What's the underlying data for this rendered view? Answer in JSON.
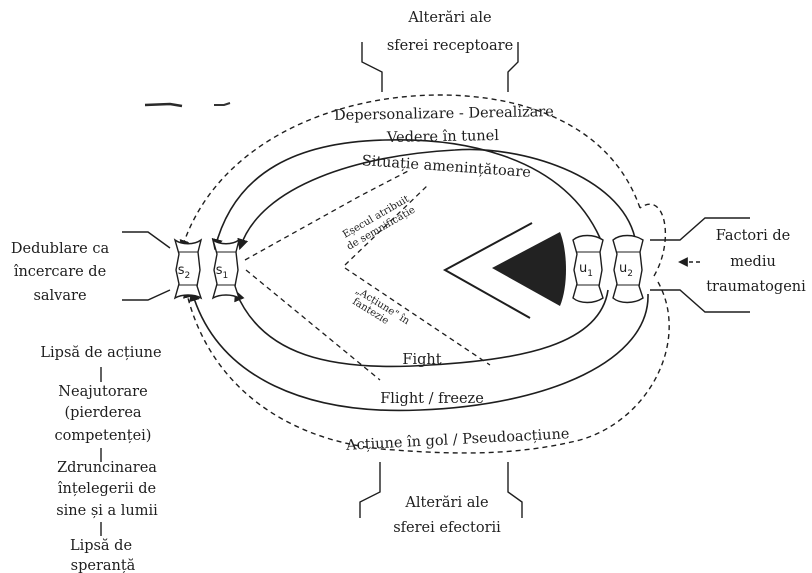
{
  "receptor_block": {
    "line1": "Alterări ale",
    "line2": "sferei receptoare"
  },
  "effector_block": {
    "line1": "Alterări ale",
    "line2": "sferei efectorii"
  },
  "outer_top_label": "Depersonalizare - Derealizare",
  "outer_bottom_label": "Acțiune în gol / Pseudoacțiune",
  "arc_labels": {
    "tunnel": "Vedere în tunel",
    "threat": "Situație amenințătoare",
    "fight": "Fight",
    "flight": "Flight / freeze"
  },
  "diagonal_labels": {
    "meaning_line1": "Eșecul atribuit",
    "meaning_line2": "de semnificație",
    "fantasy_line1": "„Acțiune\" în",
    "fantasy_line2": "fantezie"
  },
  "left_label": {
    "line1": "Dedublare ca",
    "line2": "încercare de",
    "line3": "salvare"
  },
  "right_label": {
    "line1": "Factori de",
    "line2": "mediu",
    "line3": "traumatogeni"
  },
  "boxes": {
    "s2": "s",
    "s2_sub": "2",
    "s1": "s",
    "s1_sub": "1",
    "u1": "u",
    "u1_sub": "1",
    "u2": "u",
    "u2_sub": "2"
  },
  "consequence_chain": [
    "Lipsă de acțiune",
    "Neajutorare",
    "(pierderea",
    "competenței)",
    "Zdruncinarea",
    "înțelegerii de",
    "sine și a lumii",
    "Lipsă de",
    "speranță"
  ]
}
